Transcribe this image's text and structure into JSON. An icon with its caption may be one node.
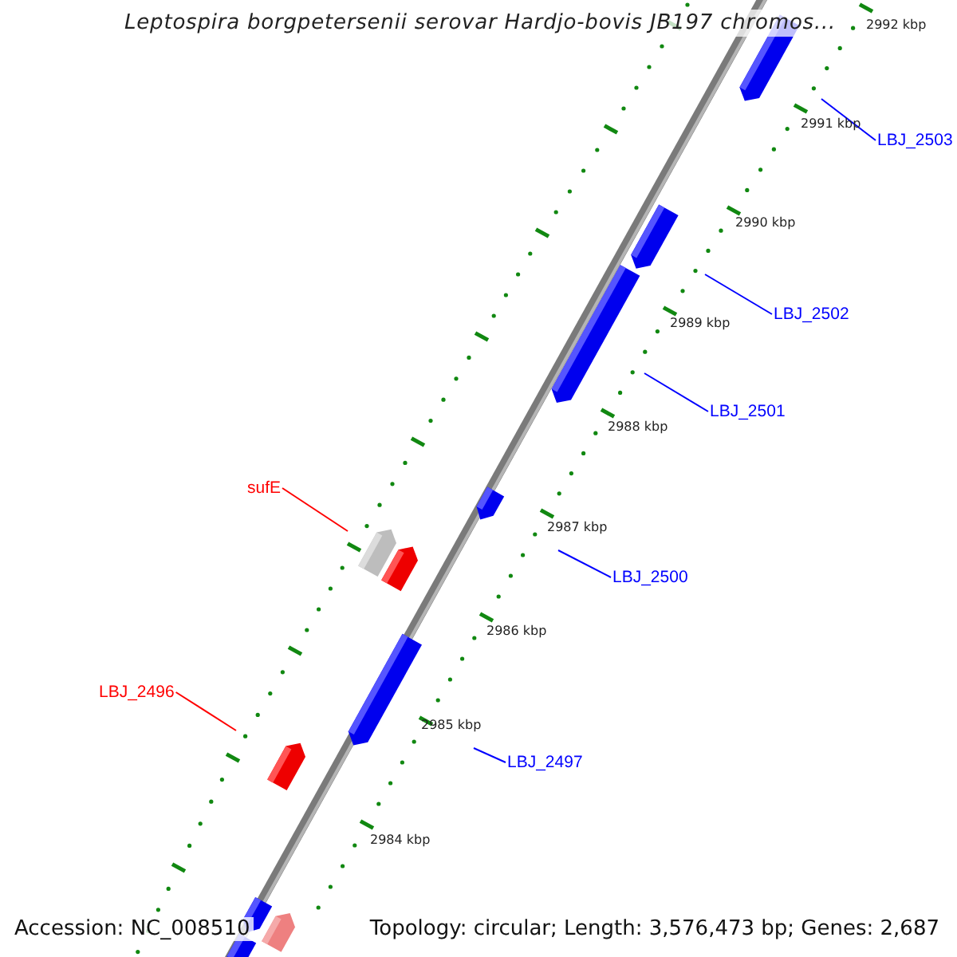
{
  "diagram": {
    "title": "Leptospira borgpetersenii serovar Hardjo-bovis JB197 chromos...",
    "nodes": [
      {
        "text": [
          "LBJ_2503"
        ]
      },
      {
        "text": [
          "LBJ_2502"
        ]
      },
      {
        "text": [
          "LBJ_2501"
        ]
      },
      {
        "text": [
          "sufE"
        ]
      },
      {
        "text": [
          "LBJ_2500"
        ]
      },
      {
        "text": [
          "LBJ_2496"
        ]
      },
      {
        "text": [
          "LBJ_2497"
        ]
      }
    ],
    "edges": [
      {
        "from": 0,
        "to": null,
        "arrow": "none"
      },
      {
        "from": 1,
        "to": null,
        "arrow": "none"
      },
      {
        "from": 2,
        "to": null,
        "arrow": "none"
      },
      {
        "from": 3,
        "to": null,
        "arrow": "none",
        "color": "#ff0000"
      },
      {
        "from": 4,
        "to": null,
        "arrow": "none"
      },
      {
        "from": 5,
        "to": null,
        "arrow": "none",
        "color": "#ff0000"
      },
      {
        "from": 6,
        "to": null,
        "arrow": "none"
      }
    ],
    "labels": [
      "2992 kbp",
      "2991 kbp",
      "2990 kbp",
      "2989 kbp",
      "2988 kbp",
      "2987 kbp",
      "2986 kbp",
      "2985 kbp",
      "2984 kbp",
      "Accession: NC_008510",
      "Topology: circular; Length: 3,576,473 bp; Genes: 2,687"
    ]
  }
}
